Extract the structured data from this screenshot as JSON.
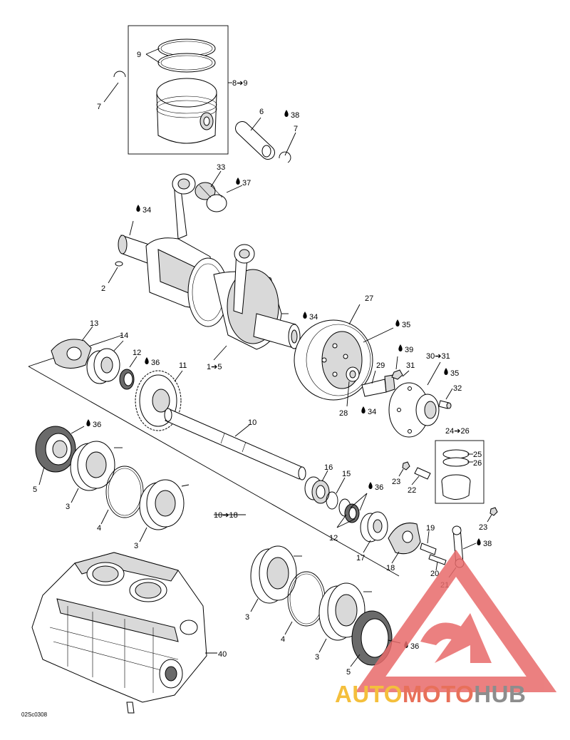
{
  "diagram": {
    "code": "02Sc0308",
    "callouts": [
      {
        "id": "c-9-top",
        "text": "9"
      },
      {
        "id": "c-8-9",
        "text": "8➔9"
      },
      {
        "id": "c-7-left",
        "text": "7"
      },
      {
        "id": "c-6",
        "text": "6"
      },
      {
        "id": "c-38-top",
        "text": "38"
      },
      {
        "id": "c-7-right",
        "text": "7"
      },
      {
        "id": "c-33",
        "text": "33"
      },
      {
        "id": "c-37",
        "text": "37"
      },
      {
        "id": "c-34-a",
        "text": "34"
      },
      {
        "id": "c-2",
        "text": "2"
      },
      {
        "id": "c-34-b",
        "text": "34"
      },
      {
        "id": "c-27",
        "text": "27"
      },
      {
        "id": "c-35-a",
        "text": "35"
      },
      {
        "id": "c-13",
        "text": "13"
      },
      {
        "id": "c-14",
        "text": "14"
      },
      {
        "id": "c-12-a",
        "text": "12"
      },
      {
        "id": "c-36-a",
        "text": "36"
      },
      {
        "id": "c-1-5",
        "text": "1➔5"
      },
      {
        "id": "c-39",
        "text": "39"
      },
      {
        "id": "c-30-31",
        "text": "30➔31"
      },
      {
        "id": "c-11",
        "text": "11"
      },
      {
        "id": "c-29",
        "text": "29"
      },
      {
        "id": "c-31",
        "text": "31"
      },
      {
        "id": "c-35-b",
        "text": "35"
      },
      {
        "id": "c-32",
        "text": "32"
      },
      {
        "id": "c-28",
        "text": "28"
      },
      {
        "id": "c-34-c",
        "text": "34"
      },
      {
        "id": "c-36-b",
        "text": "36"
      },
      {
        "id": "c-10",
        "text": "10"
      },
      {
        "id": "c-24-26",
        "text": "24➔26"
      },
      {
        "id": "c-25",
        "text": "25"
      },
      {
        "id": "c-26",
        "text": "26"
      },
      {
        "id": "c-5-a",
        "text": "5"
      },
      {
        "id": "c-3-a",
        "text": "3"
      },
      {
        "id": "c-16",
        "text": "16"
      },
      {
        "id": "c-15",
        "text": "15"
      },
      {
        "id": "c-23-a",
        "text": "23"
      },
      {
        "id": "c-22",
        "text": "22"
      },
      {
        "id": "c-36-c",
        "text": "36"
      },
      {
        "id": "c-4-a",
        "text": "4"
      },
      {
        "id": "c-10-18",
        "text": "10➔18"
      },
      {
        "id": "c-12-b",
        "text": "12"
      },
      {
        "id": "c-3-b",
        "text": "3"
      },
      {
        "id": "c-19",
        "text": "19"
      },
      {
        "id": "c-23-b",
        "text": "23"
      },
      {
        "id": "c-17",
        "text": "17"
      },
      {
        "id": "c-38-b",
        "text": "38"
      },
      {
        "id": "c-18",
        "text": "18"
      },
      {
        "id": "c-20",
        "text": "20"
      },
      {
        "id": "c-21",
        "text": "21"
      },
      {
        "id": "c-3-c",
        "text": "3"
      },
      {
        "id": "c-4-b",
        "text": "4"
      },
      {
        "id": "c-40",
        "text": "40"
      },
      {
        "id": "c-3-d",
        "text": "3"
      },
      {
        "id": "c-36-d",
        "text": "36"
      },
      {
        "id": "c-5-b",
        "text": "5"
      }
    ]
  },
  "watermark": {
    "part1": "AUTO",
    "part2": "MOTO",
    "part3": "HUB",
    "colors": {
      "auto": "#f4bf3c",
      "moto": "#e8705a",
      "hub": "#8d8d8d",
      "triangle": "#e86b6b"
    }
  }
}
